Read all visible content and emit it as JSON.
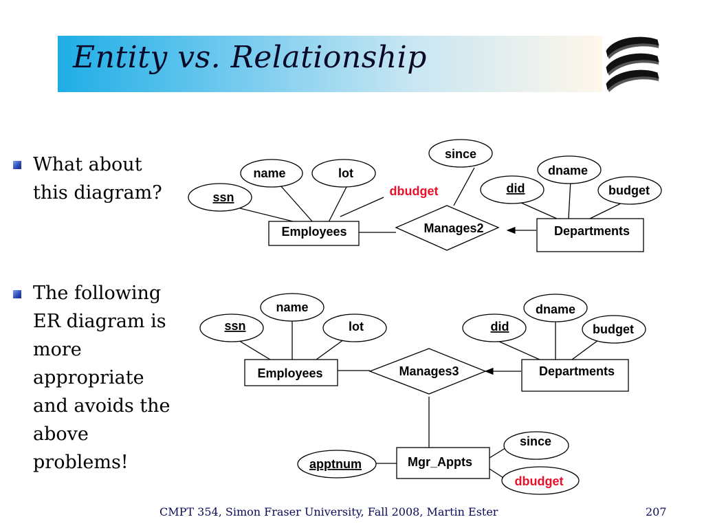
{
  "slide": {
    "title": "Entity vs. Relationship",
    "bullets": [
      {
        "lines": [
          "What about",
          "this diagram?"
        ]
      },
      {
        "lines": [
          "The following",
          "ER diagram is",
          "more",
          "appropriate",
          "and avoids the",
          "above",
          "problems!"
        ]
      }
    ],
    "footer": "CMPT 354, Simon Fraser University, Fall 2008, Martin Ester",
    "page_number": "207"
  },
  "diagram1": {
    "entity_employees": "Employees",
    "entity_departments": "Departments",
    "relationship": "Manages2",
    "attr_ssn": "ssn",
    "attr_name": "name",
    "attr_lot": "lot",
    "attr_dbudget": "dbudget",
    "attr_since": "since",
    "attr_did": "did",
    "attr_dname": "dname",
    "attr_budget": "budget"
  },
  "diagram2": {
    "entity_employees": "Employees",
    "entity_departments": "Departments",
    "relationship": "Manages3",
    "entity_mgr_appts": "Mgr_Appts",
    "attr_ssn": "ssn",
    "attr_name": "name",
    "attr_lot": "lot",
    "attr_did": "did",
    "attr_dname": "dname",
    "attr_budget": "budget",
    "attr_since": "since",
    "attr_dbudget": "dbudget",
    "attr_apptnum": "apptnum"
  },
  "colors": {
    "highlight": "#e8102a",
    "bullet": "#2a49b8",
    "title_text": "#0a0a28"
  }
}
